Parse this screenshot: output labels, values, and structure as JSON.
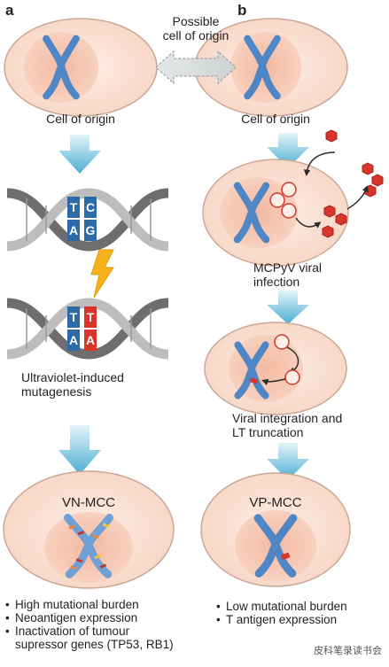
{
  "panels": {
    "a": "a",
    "b": "b"
  },
  "top_note": {
    "line1": "Possible",
    "line2": "cell of origin"
  },
  "a": {
    "cell_label": "Cell of origin",
    "dna_pair1": {
      "top_left": "T",
      "top_right": "C",
      "bottom_left": "A",
      "bottom_right": "G"
    },
    "dna_pair2": {
      "top_left": "T",
      "top_right": "T",
      "bottom_left": "A",
      "bottom_right": "A"
    },
    "mutagenesis_line1": "Ultraviolet-induced",
    "mutagenesis_line2": "mutagenesis",
    "tumor_label": "VN-MCC",
    "bullets": [
      "High mutational burden",
      "Neoantigen expression",
      "Inactivation of tumour",
      "supressor genes (TP53, RB1)"
    ]
  },
  "b": {
    "cell_label": "Cell of origin",
    "infection_line1": "MCPyV viral",
    "infection_line2": "infection",
    "integration_line1": "Viral integration and",
    "integration_line2": "LT truncation",
    "tumor_label": "VP-MCC",
    "bullets": [
      "Low mutational burden",
      "T antigen expression"
    ]
  },
  "watermark": "皮科笔录读书会",
  "colors": {
    "cell_fill": "#fbe3d6",
    "nucleus_fill": "#f6c8b3",
    "chromosome": "#4e86c6",
    "arrow_gradient": [
      "#dff2f8",
      "#4db3d6"
    ],
    "virus": "#d8352b",
    "dna_strand": "#8c8c8c"
  }
}
